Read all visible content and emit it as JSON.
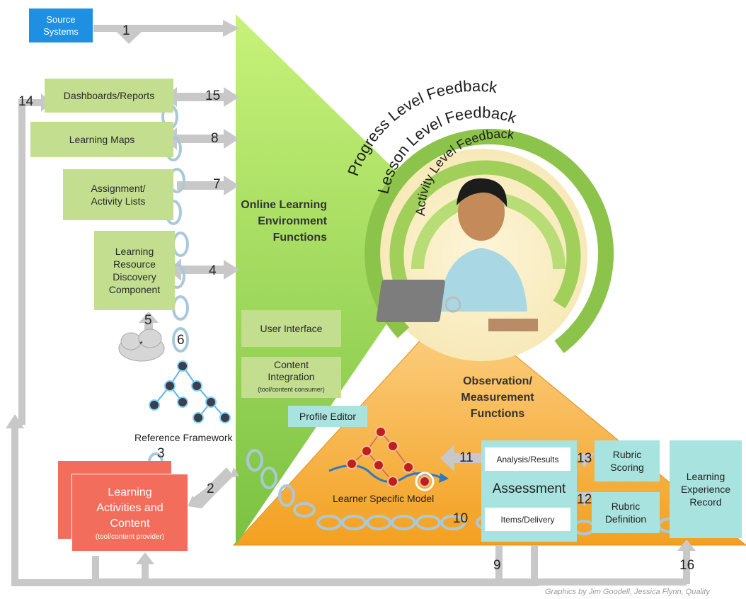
{
  "source_systems": "Source Systems",
  "dashboards": "Dashboards/Reports",
  "learning_maps": "Learning Maps",
  "assignment_lists": "Assignment/ Activity Lists",
  "resource_discovery": "Learning Resource Discovery Component",
  "cloud_label": "*",
  "reference_framework": "Reference Framework",
  "learning_activities": {
    "title": "Learning Activities and Content",
    "sub": "(tool/content provider)"
  },
  "ole_functions": "Online Learning Environment Functions",
  "user_interface": "User Interface",
  "content_integration": {
    "title": "Content Integration",
    "sub": "(tool/content consumer)"
  },
  "observation_functions": "Observation/ Measurement Functions",
  "profile_editor": "Profile Editor",
  "learner_model": "Learner Specific Model",
  "analysis_results": "Analysis/Results",
  "assessment": "Assessment",
  "items_delivery": "Items/Delivery",
  "rubric_scoring": "Rubric Scoring",
  "rubric_definition": "Rubric Definition",
  "ler": "Learning Experience Record",
  "feedback": {
    "progress": "Progress Level Feedback",
    "lesson": "Lesson Level Feedback",
    "activity": "Activity Level Feedback"
  },
  "numbers": {
    "n1": "1",
    "n2": "2",
    "n3": "3",
    "n4": "4",
    "n5": "5",
    "n6": "6",
    "n7": "7",
    "n8": "8",
    "n9": "9",
    "n10": "10",
    "n11": "11",
    "n12": "12",
    "n13": "13",
    "n14": "14",
    "n15": "15",
    "n16": "16"
  },
  "credit": "Graphics by Jim Goodell, Jessica Flynn, Quality",
  "colors": {
    "green_panel": "#9bd65a",
    "orange_panel": "#f5a623",
    "green_box": "#c3de8f",
    "teal_box": "#a8e3df",
    "red_box": "#f26d5b",
    "blue_box": "#1e8fe1",
    "arrow_grey": "#c8c8c8"
  }
}
